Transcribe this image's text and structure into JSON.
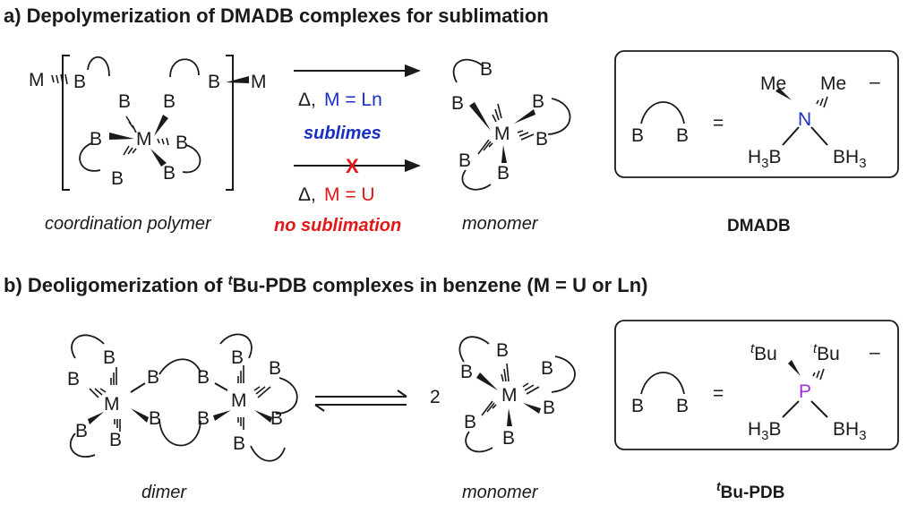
{
  "section_a": {
    "title": "a) Depolymerization of DMADB complexes for sublimation",
    "left_caption": "coordination polymer",
    "right_caption": "monomer",
    "arrow_top_delta": "Δ,",
    "arrow_top_metal": "M = Ln",
    "arrow_top_result": "sublimes",
    "arrow_bottom_delta": "Δ,",
    "arrow_bottom_metal": "M = U",
    "arrow_bottom_result": "no sublimation",
    "arrow_bottom_cross": "X",
    "ligand_name": "DMADB",
    "ligand_hetero_atom": "N",
    "ligand_sub_left": "Me",
    "ligand_sub_right": "Me"
  },
  "section_b": {
    "title_prefix": "b) Deoligomerization of ",
    "title_tbu_t": "t",
    "title_suffix": "Bu-PDB complexes in benzene (M = U or Ln)",
    "left_caption": "dimer",
    "coefficient": "2",
    "right_caption": "monomer",
    "ligand_name_t": "t",
    "ligand_name_rest": "Bu-PDB",
    "ligand_hetero_atom": "P",
    "ligand_sub_t": "t",
    "ligand_sub_rest": "Bu"
  },
  "atoms": {
    "metal": "M",
    "boron": "B",
    "bh3_b": "B",
    "bh3_h": "H",
    "bh3_sub": "3",
    "h3b_h": "H",
    "h3b_sub": "3",
    "h3b_b": "B",
    "equals": "=",
    "charge": "–"
  },
  "colors": {
    "text": "#1a1a1a",
    "nitrogen": "#1a2fc4",
    "lanthanide_label": "#1a2fc4",
    "uranium_label": "#e01818",
    "phosphorus": "#9b30e0"
  }
}
